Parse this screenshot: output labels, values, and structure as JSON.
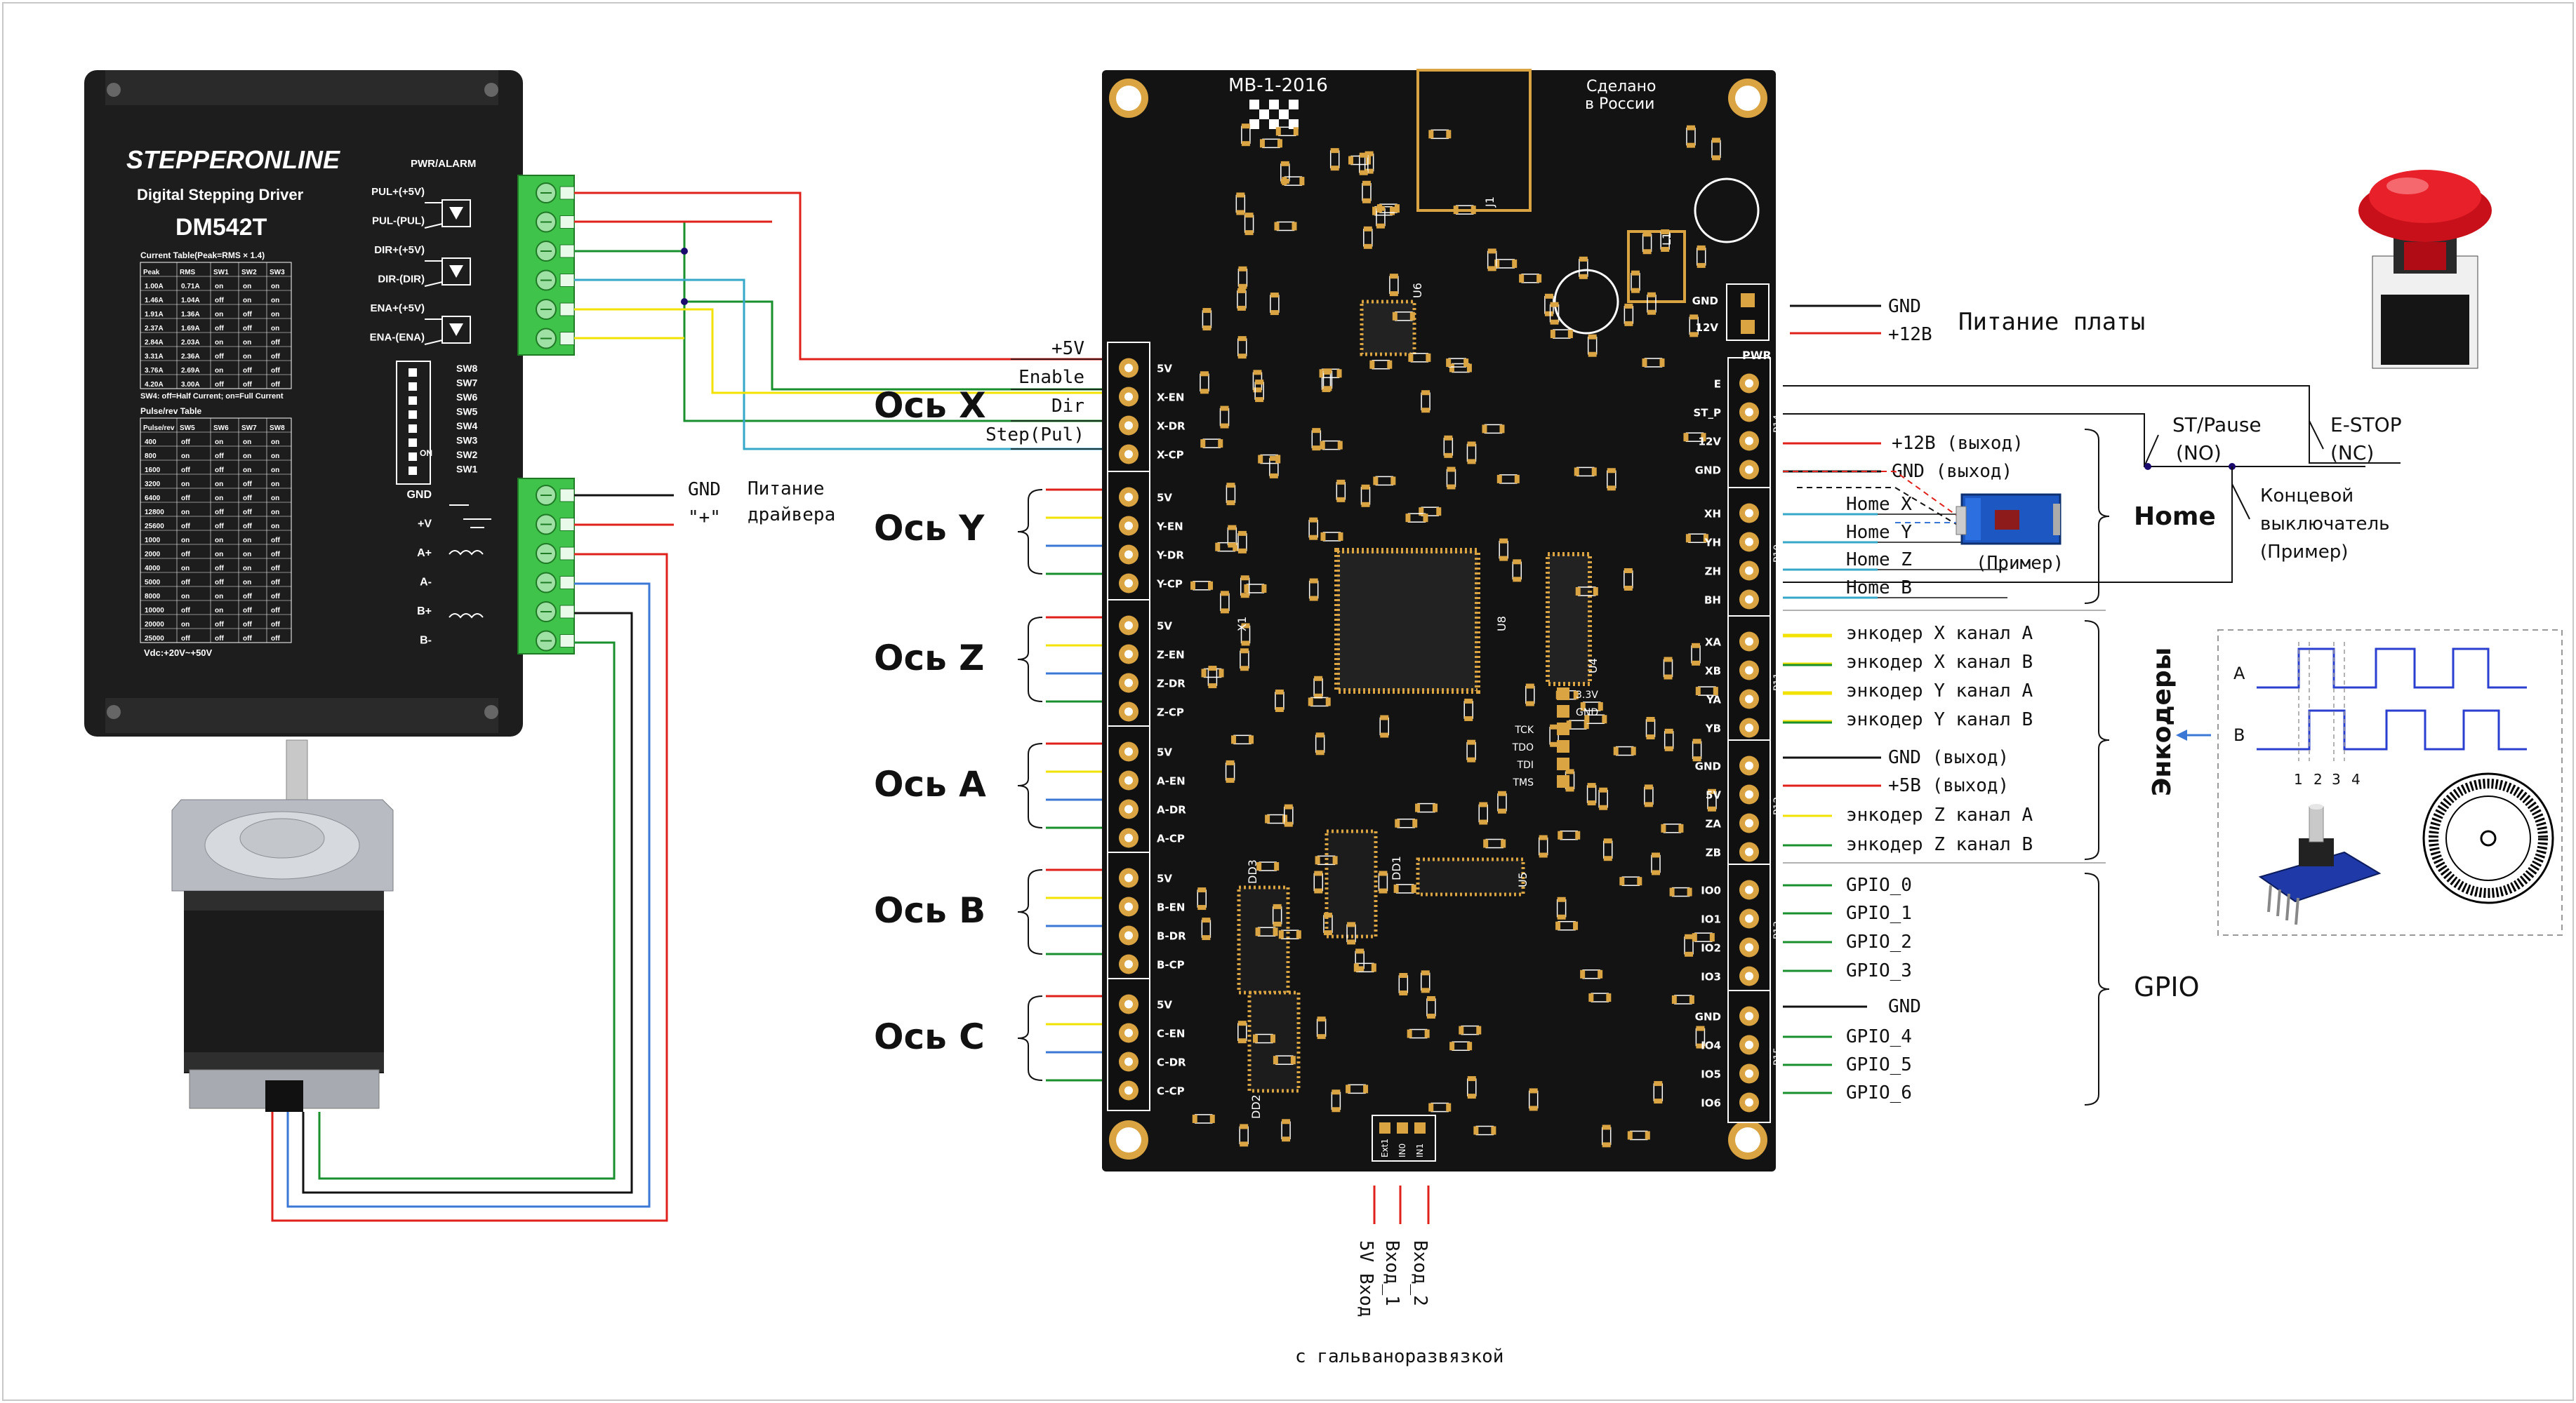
{
  "driver": {
    "brand": "STEPPERONLINE",
    "led_label": "PWR/ALARM",
    "subtitle": "Digital Stepping Driver",
    "model": "DM542T",
    "signal_pins": [
      "PUL+(+5V)",
      "PUL-(PUL)",
      "DIR+(+5V)",
      "DIR-(DIR)",
      "ENA+(+5V)",
      "ENA-(ENA)"
    ],
    "power_pins": [
      "GND",
      "+V",
      "A+",
      "A-",
      "B+",
      "B-"
    ],
    "current_table_title": "Current Table(Peak=RMS × 1.4)",
    "current_table_headers": [
      "Peak",
      "RMS",
      "SW1",
      "SW2",
      "SW3"
    ],
    "current_table_rows": [
      [
        "1.00A",
        "0.71A",
        "on",
        "on",
        "on"
      ],
      [
        "1.46A",
        "1.04A",
        "off",
        "on",
        "on"
      ],
      [
        "1.91A",
        "1.36A",
        "on",
        "off",
        "on"
      ],
      [
        "2.37A",
        "1.69A",
        "off",
        "off",
        "on"
      ],
      [
        "2.84A",
        "2.03A",
        "on",
        "on",
        "off"
      ],
      [
        "3.31A",
        "2.36A",
        "off",
        "on",
        "off"
      ],
      [
        "3.76A",
        "2.69A",
        "on",
        "off",
        "off"
      ],
      [
        "4.20A",
        "3.00A",
        "off",
        "off",
        "off"
      ]
    ],
    "sw4_note": "SW4: off=Half Current; on=Full Current",
    "pulse_table_title": "Pulse/rev Table",
    "pulse_table_headers": [
      "Pulse/rev",
      "SW5",
      "SW6",
      "SW7",
      "SW8"
    ],
    "pulse_table_rows": [
      [
        "400",
        "off",
        "on",
        "on",
        "on"
      ],
      [
        "800",
        "on",
        "off",
        "on",
        "on"
      ],
      [
        "1600",
        "off",
        "off",
        "on",
        "on"
      ],
      [
        "3200",
        "on",
        "on",
        "off",
        "on"
      ],
      [
        "6400",
        "off",
        "on",
        "off",
        "on"
      ],
      [
        "12800",
        "on",
        "off",
        "off",
        "on"
      ],
      [
        "25600",
        "off",
        "off",
        "off",
        "on"
      ],
      [
        "1000",
        "on",
        "on",
        "on",
        "off"
      ],
      [
        "2000",
        "off",
        "on",
        "on",
        "off"
      ],
      [
        "4000",
        "on",
        "off",
        "on",
        "off"
      ],
      [
        "5000",
        "off",
        "off",
        "on",
        "off"
      ],
      [
        "8000",
        "on",
        "on",
        "off",
        "off"
      ],
      [
        "10000",
        "off",
        "on",
        "off",
        "off"
      ],
      [
        "20000",
        "on",
        "off",
        "off",
        "off"
      ],
      [
        "25000",
        "off",
        "off",
        "off",
        "off"
      ]
    ],
    "sw_labels": [
      "SW8",
      "SW7",
      "SW6",
      "SW5",
      "SW4",
      "SW3",
      "SW2",
      "SW1"
    ],
    "sw_on_label": "ON",
    "vdc_note": "Vdc:+20V~+50V"
  },
  "driver_power": {
    "gnd": "GND",
    "plus": "\"+\"",
    "caption_line1": "Питание",
    "caption_line2": "драйвера"
  },
  "axis_x_signals": [
    "+5V",
    "Enable",
    "Dir",
    "Step(Pul)"
  ],
  "axes": [
    "Ось X",
    "Ось Y",
    "Ось Z",
    "Ось A",
    "Ось B",
    "Ось C"
  ],
  "board": {
    "model": "MB-1-2016",
    "made_line1": "Сделано",
    "made_line2": "в России",
    "connectors": {
      "P3": [
        "5V",
        "X-EN",
        "X-DR",
        "X-CP"
      ],
      "P5": [
        "5V",
        "Y-EN",
        "Y-DR",
        "Y-CP"
      ],
      "P7": [
        "5V",
        "Z-EN",
        "Z-DR",
        "Z-CP"
      ],
      "P4": [
        "5V",
        "A-EN",
        "A-DR",
        "A-CP"
      ],
      "P6": [
        "5V",
        "B-EN",
        "B-DR",
        "B-CP"
      ],
      "P8": [
        "5V",
        "C-EN",
        "C-DR",
        "C-CP"
      ],
      "P2": [
        "GND",
        "12V"
      ],
      "P14": [
        "E",
        "ST_P",
        "12V",
        "GND"
      ],
      "P10": [
        "XH",
        "YH",
        "ZH",
        "BH"
      ],
      "P11": [
        "XA",
        "XB",
        "YA",
        "YB"
      ],
      "P12": [
        "GND",
        "5V",
        "ZA",
        "ZB"
      ],
      "P13": [
        "IO0",
        "IO1",
        "IO2",
        "IO3"
      ],
      "P15": [
        "GND",
        "IO4",
        "IO5",
        "IO6"
      ]
    },
    "pwr_label": "PWR",
    "jtag_labels": [
      "3.3V",
      "GND",
      "TCK",
      "TDO",
      "TDI",
      "TMS"
    ],
    "bottom_pins": [
      "Ext1",
      "IN0",
      "IN1"
    ],
    "chip_labels": [
      "U8",
      "U4",
      "U5",
      "U6",
      "DD3",
      "DD2",
      "DD1",
      "J1",
      "L1",
      "X1"
    ]
  },
  "power_supply": {
    "gnd": "GND",
    "v12": "+12В",
    "caption": "Питание платы"
  },
  "p14_wires": [
    "+12В (выход)",
    "GND (выход)"
  ],
  "st_pause": {
    "line1": "ST/Pause",
    "line2": "(NO)"
  },
  "estop": {
    "line1": "E-STOP",
    "line2": "(NC)"
  },
  "home": {
    "wires": [
      "Home  X",
      "Home  Y",
      "Home  Z",
      "Home  B"
    ],
    "example": "(Пример)",
    "group_label": "Home",
    "switch_line1": "Концевой",
    "switch_line2": "выключатель",
    "switch_line3": "(Пример)"
  },
  "encoders": {
    "wires": [
      "энкодер  X  канал  A",
      "энкодер  X  канал  B",
      "энкодер  Y  канал  A",
      "энкодер  Y  канал  B"
    ],
    "power": [
      "GND  (выход)",
      "+5В  (выход)"
    ],
    "z_wires": [
      "энкодер  Z  канал  A",
      "энкодер  Z  канал  B"
    ],
    "group_label": "Энкодеры",
    "wave_labels": [
      "A",
      "B"
    ],
    "tick_labels": [
      "1",
      "2",
      "3",
      "4"
    ]
  },
  "gpio": {
    "wires_top": [
      "GPIO_0",
      "GPIO_1",
      "GPIO_2",
      "GPIO_3"
    ],
    "gnd": "GND",
    "wires_bottom": [
      "GPIO_4",
      "GPIO_5",
      "GPIO_6"
    ],
    "group_label": "GPIO"
  },
  "inputs": {
    "labels": [
      "5V Вход",
      "Вход_1",
      "Вход_2"
    ],
    "caption": "с гальваноразвязкой"
  },
  "colors": {
    "red": "#e0201b",
    "green": "#1a8f2e",
    "blue": "#3b77d4",
    "yellow": "#f2e200",
    "cyan": "#35a7c9",
    "terminal_green": "#3fc34a",
    "pcb": "#131313",
    "gold": "#d9a441",
    "driver_body": "#1d1d1d",
    "dark_red": "#1a0a6e"
  },
  "icons": [
    "motor-icon",
    "estop-button-icon",
    "limit-switch-icon",
    "rotary-encoder-icon",
    "encoder-disk-icon",
    "ic-chip-icon",
    "mounting-hole-icon"
  ]
}
